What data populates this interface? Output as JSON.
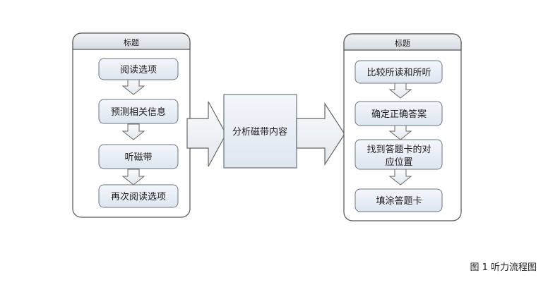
{
  "left_panel": {
    "title": "标题",
    "steps": [
      "阅读选项",
      "预测相关信息",
      "听磁带",
      "再次阅读选项"
    ]
  },
  "center": {
    "label": "分析磁带内容"
  },
  "right_panel": {
    "title": "标题",
    "steps": [
      "比较所读和所听",
      "确定正确答案",
      "找到答题卡的对",
      "应位置",
      "填涂答题卡"
    ]
  },
  "caption": "图 1  听力流程图",
  "colors": {
    "box_fill": "#e8eef7",
    "box_stroke": "#6a7480",
    "panel_header": "#dfe4ea",
    "arrow_fill": "#eef2f6"
  }
}
